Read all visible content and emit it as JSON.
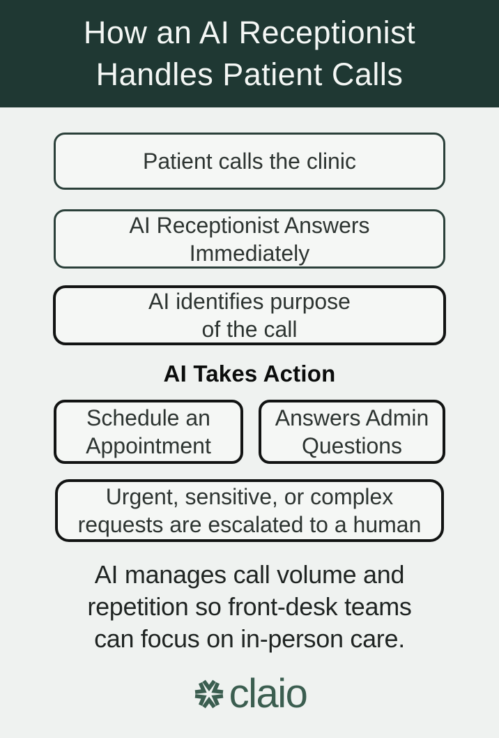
{
  "palette": {
    "header_bg": "#1f3833",
    "page_bg": "#eff2f0",
    "box_bg": "#f5f7f5",
    "green_border": "#2b403a",
    "black_border": "#121413",
    "box_text": "#2d3431",
    "heading_text": "#0b0d0c",
    "body_text": "#1f2422",
    "title_text": "#f4f7f5",
    "brand_green": "#3b5e50"
  },
  "header": {
    "title_line1": "How an AI Receptionist",
    "title_line2": "Handles Patient Calls"
  },
  "flow": {
    "steps": [
      {
        "lines": [
          "Patient calls the clinic"
        ]
      },
      {
        "lines": [
          "AI Receptionist Answers",
          "Immediately"
        ]
      },
      {
        "lines": [
          "AI identifies purpose",
          "of the call"
        ]
      }
    ]
  },
  "actions": {
    "heading": "AI Takes Action",
    "options": [
      {
        "lines": [
          "Schedule an",
          "Appointment"
        ]
      },
      {
        "lines": [
          "Answers Admin",
          "Questions"
        ]
      }
    ],
    "escalation_lines": [
      "Urgent, sensitive, or complex",
      "requests are escalated to a human"
    ]
  },
  "summary_lines": [
    "AI manages call volume and",
    "repetition so front-desk teams",
    "can focus on in-person care."
  ],
  "brand": {
    "name": "claio",
    "icon": "asterisk-flower-icon"
  }
}
